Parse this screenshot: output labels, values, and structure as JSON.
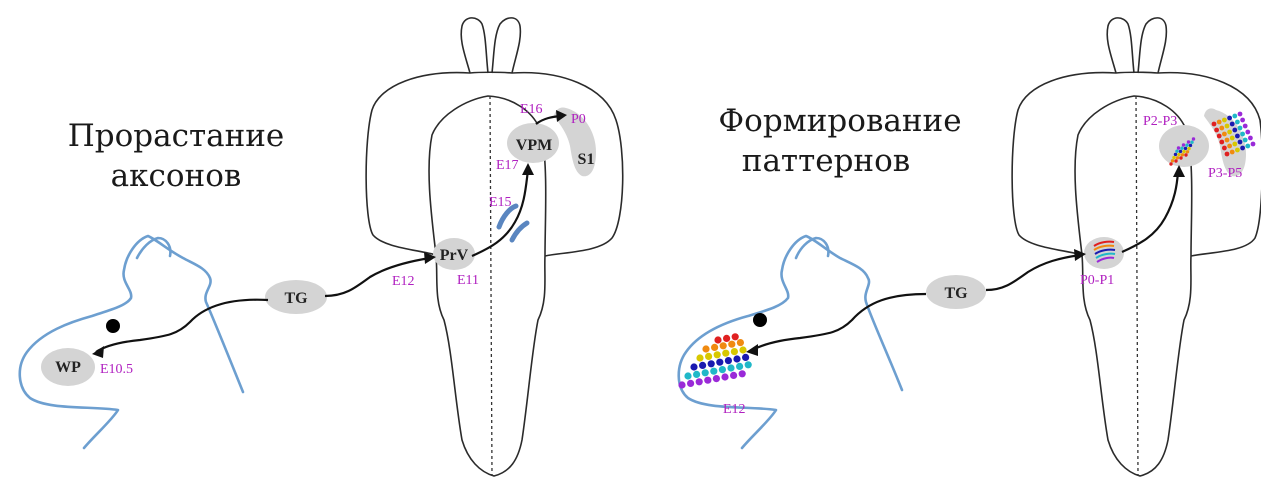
{
  "left_panel": {
    "title_line1": "Прорастание",
    "title_line2": "аксонов",
    "nuclei": {
      "wp": "WP",
      "tg": "TG",
      "prv": "PrV",
      "vpm": "VPM",
      "s1": "S1"
    },
    "stages": {
      "e10_5": "E10.5",
      "e12": "E12",
      "e11": "E11",
      "e15": "E15",
      "e17": "E17",
      "e16": "E16",
      "p0": "P0"
    }
  },
  "right_panel": {
    "title_line1": "Формирование",
    "title_line2": "паттернов",
    "nuclei": {
      "tg": "TG"
    },
    "stages": {
      "e12": "E12",
      "p0_p1": "P0-P1",
      "p2_p3": "P2-P3",
      "p3_p5": "P3-P5"
    }
  },
  "colors": {
    "stage_label": "#b020c0",
    "nucleus_fill": "#d4d4d4",
    "mouse_outline": "#6d9fd0",
    "e15_marks": "#5a86c0",
    "barrel_rows": [
      "#e02020",
      "#f08a10",
      "#d8c800",
      "#1a1ab0",
      "#20b8c8",
      "#9a2ad8"
    ]
  }
}
